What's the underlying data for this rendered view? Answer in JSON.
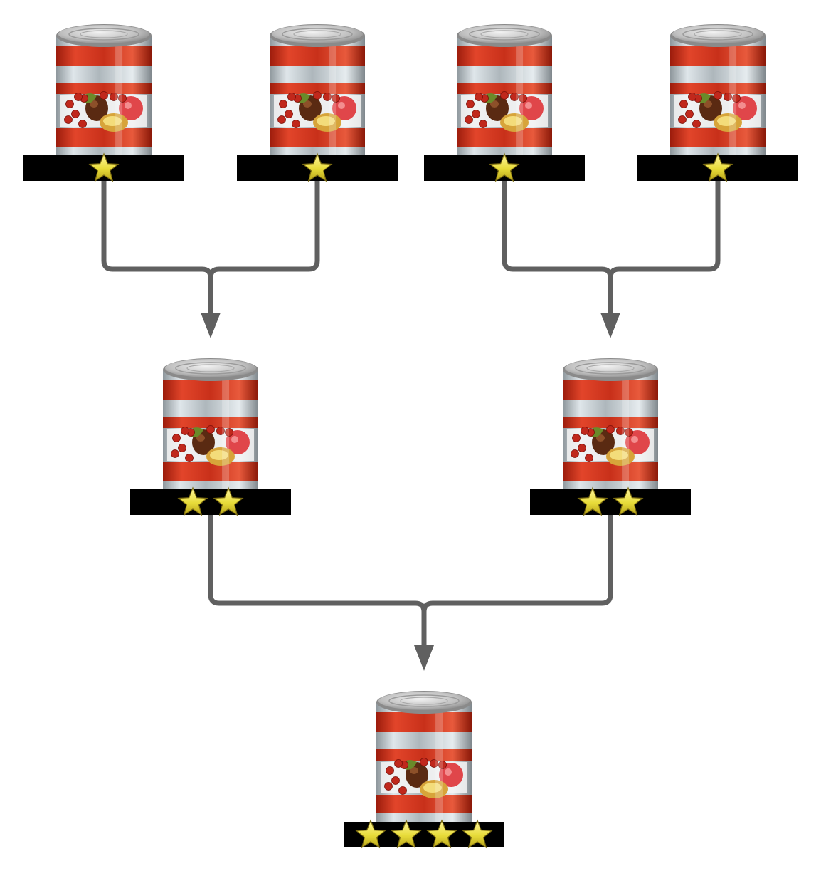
{
  "diagram": {
    "colors": {
      "connector": "#606060",
      "label_bar": "#000000",
      "star_fill": "#e8dc3a",
      "star_stroke": "#7a6a10",
      "can_red": "#c8301a",
      "can_white": "#f4f4f4",
      "can_metal": "#b9c0c4",
      "lid": "#c7c7c7"
    },
    "icons": {
      "node": "canned-food-icon",
      "rating": "star-icon"
    },
    "nodes": [
      {
        "id": "can-1",
        "level": 1,
        "stars": 1
      },
      {
        "id": "can-2",
        "level": 1,
        "stars": 1
      },
      {
        "id": "can-3",
        "level": 1,
        "stars": 1
      },
      {
        "id": "can-4",
        "level": 1,
        "stars": 1
      },
      {
        "id": "can-5",
        "level": 2,
        "stars": 2
      },
      {
        "id": "can-6",
        "level": 2,
        "stars": 2
      },
      {
        "id": "can-7",
        "level": 3,
        "stars": 4
      }
    ],
    "edges": [
      {
        "from": [
          "can-1",
          "can-2"
        ],
        "to": "can-5"
      },
      {
        "from": [
          "can-3",
          "can-4"
        ],
        "to": "can-6"
      },
      {
        "from": [
          "can-5",
          "can-6"
        ],
        "to": "can-7"
      }
    ]
  }
}
